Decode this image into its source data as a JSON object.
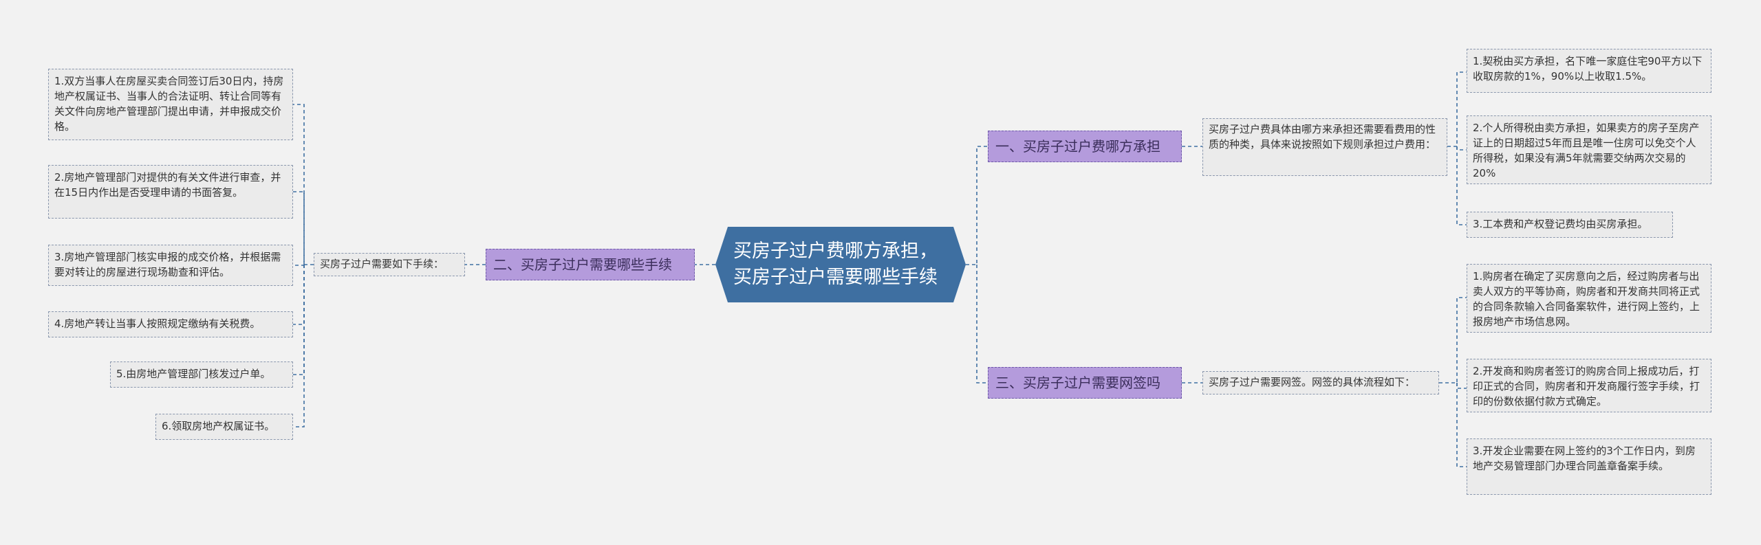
{
  "root": {
    "line1": "买房子过户费哪方承担，",
    "line2": "买房子过户需要哪些手续"
  },
  "branches": [
    {
      "label": "一、买房子过户费哪方承担"
    },
    {
      "label": "二、买房子过户需要哪些手续"
    },
    {
      "label": "三、买房子过户需要网签吗"
    }
  ],
  "mids": [
    {
      "text": "买房子过户费具体由哪方来承担还需要看费用的性质的种类，具体来说按照如下规则承担过户费用："
    },
    {
      "text": "买房子过户需要如下手续："
    },
    {
      "text": "买房子过户需要网签。网签的具体流程如下："
    }
  ],
  "fees": [
    {
      "text": "1.契税由买方承担，名下唯一家庭住宅90平方以下收取房款的1%，90%以上收取1.5%。"
    },
    {
      "text": "2.个人所得税由卖方承担，如果卖方的房子至房产证上的日期超过5年而且是唯一住房可以免交个人所得税，如果没有满5年就需要交纳两次交易的20%"
    },
    {
      "text": "3.工本费和产权登记费均由买房承担。"
    }
  ],
  "procedures": [
    {
      "text": "1.双方当事人在房屋买卖合同签订后30日内，持房地产权属证书、当事人的合法证明、转让合同等有关文件向房地产管理部门提出申请，并申报成交价格。"
    },
    {
      "text": "2.房地产管理部门对提供的有关文件进行审查，并在15日内作出是否受理申请的书面答复。"
    },
    {
      "text": "3.房地产管理部门核实申报的成交价格，并根据需要对转让的房屋进行现场勘查和评估。"
    },
    {
      "text": "4.房地产转让当事人按照规定缴纳有关税费。"
    },
    {
      "text": "5.由房地产管理部门核发过户单。"
    },
    {
      "text": "6.领取房地产权属证书。"
    }
  ],
  "netsign": [
    {
      "text": "1.购房者在确定了买房意向之后，经过购房者与出卖人双方的平等协商，购房者和开发商共同将正式的合同条款输入合同备案软件，进行网上签约，上报房地产市场信息网。"
    },
    {
      "text": "2.开发商和购房者签订的购房合同上报成功后，打印正式的合同，购房者和开发商履行签字手续，打印的份数依据付款方式确定。"
    },
    {
      "text": "3.开发企业需要在网上签约的3个工作日内，到房地产交易管理部门办理合同盖章备案手续。"
    }
  ],
  "colors": {
    "root": "#3e6fa1",
    "branch": "#b49bdc",
    "line": "#3e6fa1",
    "leaf_border": "#8a97ad"
  }
}
